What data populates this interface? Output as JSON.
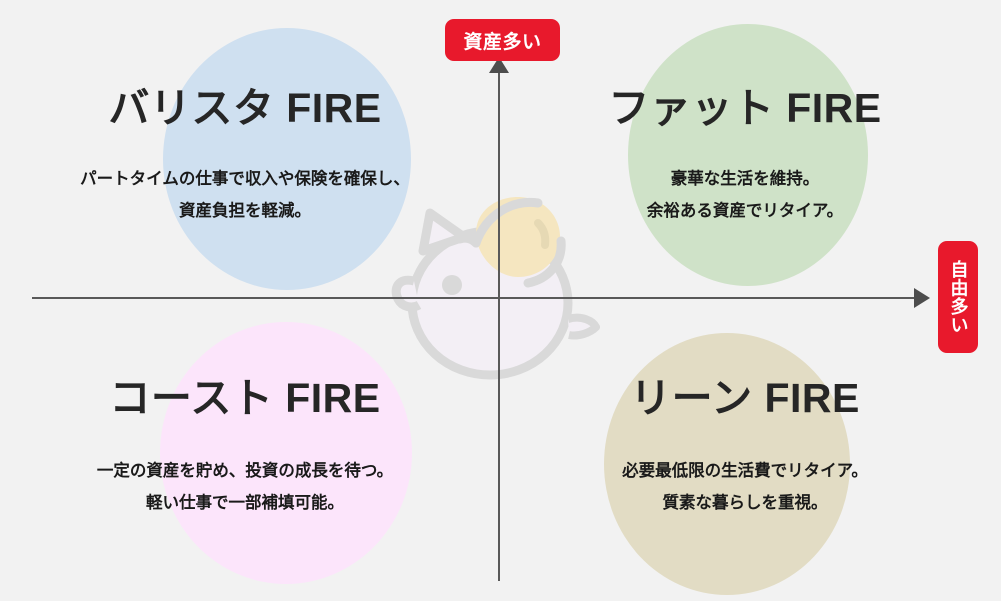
{
  "canvas": {
    "background_color": "#f2f2f2",
    "accent_color": "#e8192c",
    "axis_color": "#595959"
  },
  "axes": {
    "vertical": {
      "badge_label": "資産多い",
      "arrow_icon": "arrow-up-icon",
      "meaning": "資産"
    },
    "horizontal": {
      "badge_label": "自由多い",
      "arrow_icon": "arrow-right-icon",
      "meaning": "自由"
    }
  },
  "watermark": {
    "icon": "piggy-bank-icon",
    "body_color": "#d9d9d9",
    "fill_color": "#f3eff5",
    "coin_color": "#f5e6c0"
  },
  "quadrants": [
    {
      "key": "barista",
      "position": "top-left",
      "title": "バリスタ FIRE",
      "desc_line1": "パートタイムの仕事で収入や保険を確保し、",
      "desc_line2": "資産負担を軽減。",
      "blob_color": "#cfe0f0"
    },
    {
      "key": "fat",
      "position": "top-right",
      "title": "ファット FIRE",
      "desc_line1": "豪華な生活を維持。",
      "desc_line2": "余裕ある資産でリタイア。",
      "blob_color": "#cfe2c8"
    },
    {
      "key": "coast",
      "position": "bottom-left",
      "title": "コースト FIRE",
      "desc_line1": "一定の資産を貯め、投資の成長を待つ。",
      "desc_line2": "軽い仕事で一部補填可能。",
      "blob_color": "#fce5fb"
    },
    {
      "key": "lean",
      "position": "bottom-right",
      "title": "リーン FIRE",
      "desc_line1": "必要最低限の生活費でリタイア。",
      "desc_line2": "質素な暮らしを重視。",
      "blob_color": "#e2dcc4"
    }
  ],
  "chart_data": {
    "type": "scatter",
    "title": "",
    "xlabel": "自由多い",
    "ylabel": "資産多い",
    "x": [
      -1,
      1,
      -1,
      1
    ],
    "y": [
      1,
      1,
      -1,
      -1
    ],
    "categories": [
      "バリスタ FIRE",
      "ファット FIRE",
      "コースト FIRE",
      "リーン FIRE"
    ],
    "annotations": [
      "パートタイムの仕事で収入や保険を確保し、資産負担を軽減。",
      "豪華な生活を維持。余裕ある資産でリタイア。",
      "一定の資産を貯め、投資の成長を待つ。軽い仕事で一部補填可能。",
      "必要最低限の生活費でリタイア。質素な暮らしを重視。"
    ],
    "grid": false,
    "legend": "none",
    "xlim": [
      -1,
      1
    ],
    "ylim": [
      -1,
      1
    ]
  }
}
